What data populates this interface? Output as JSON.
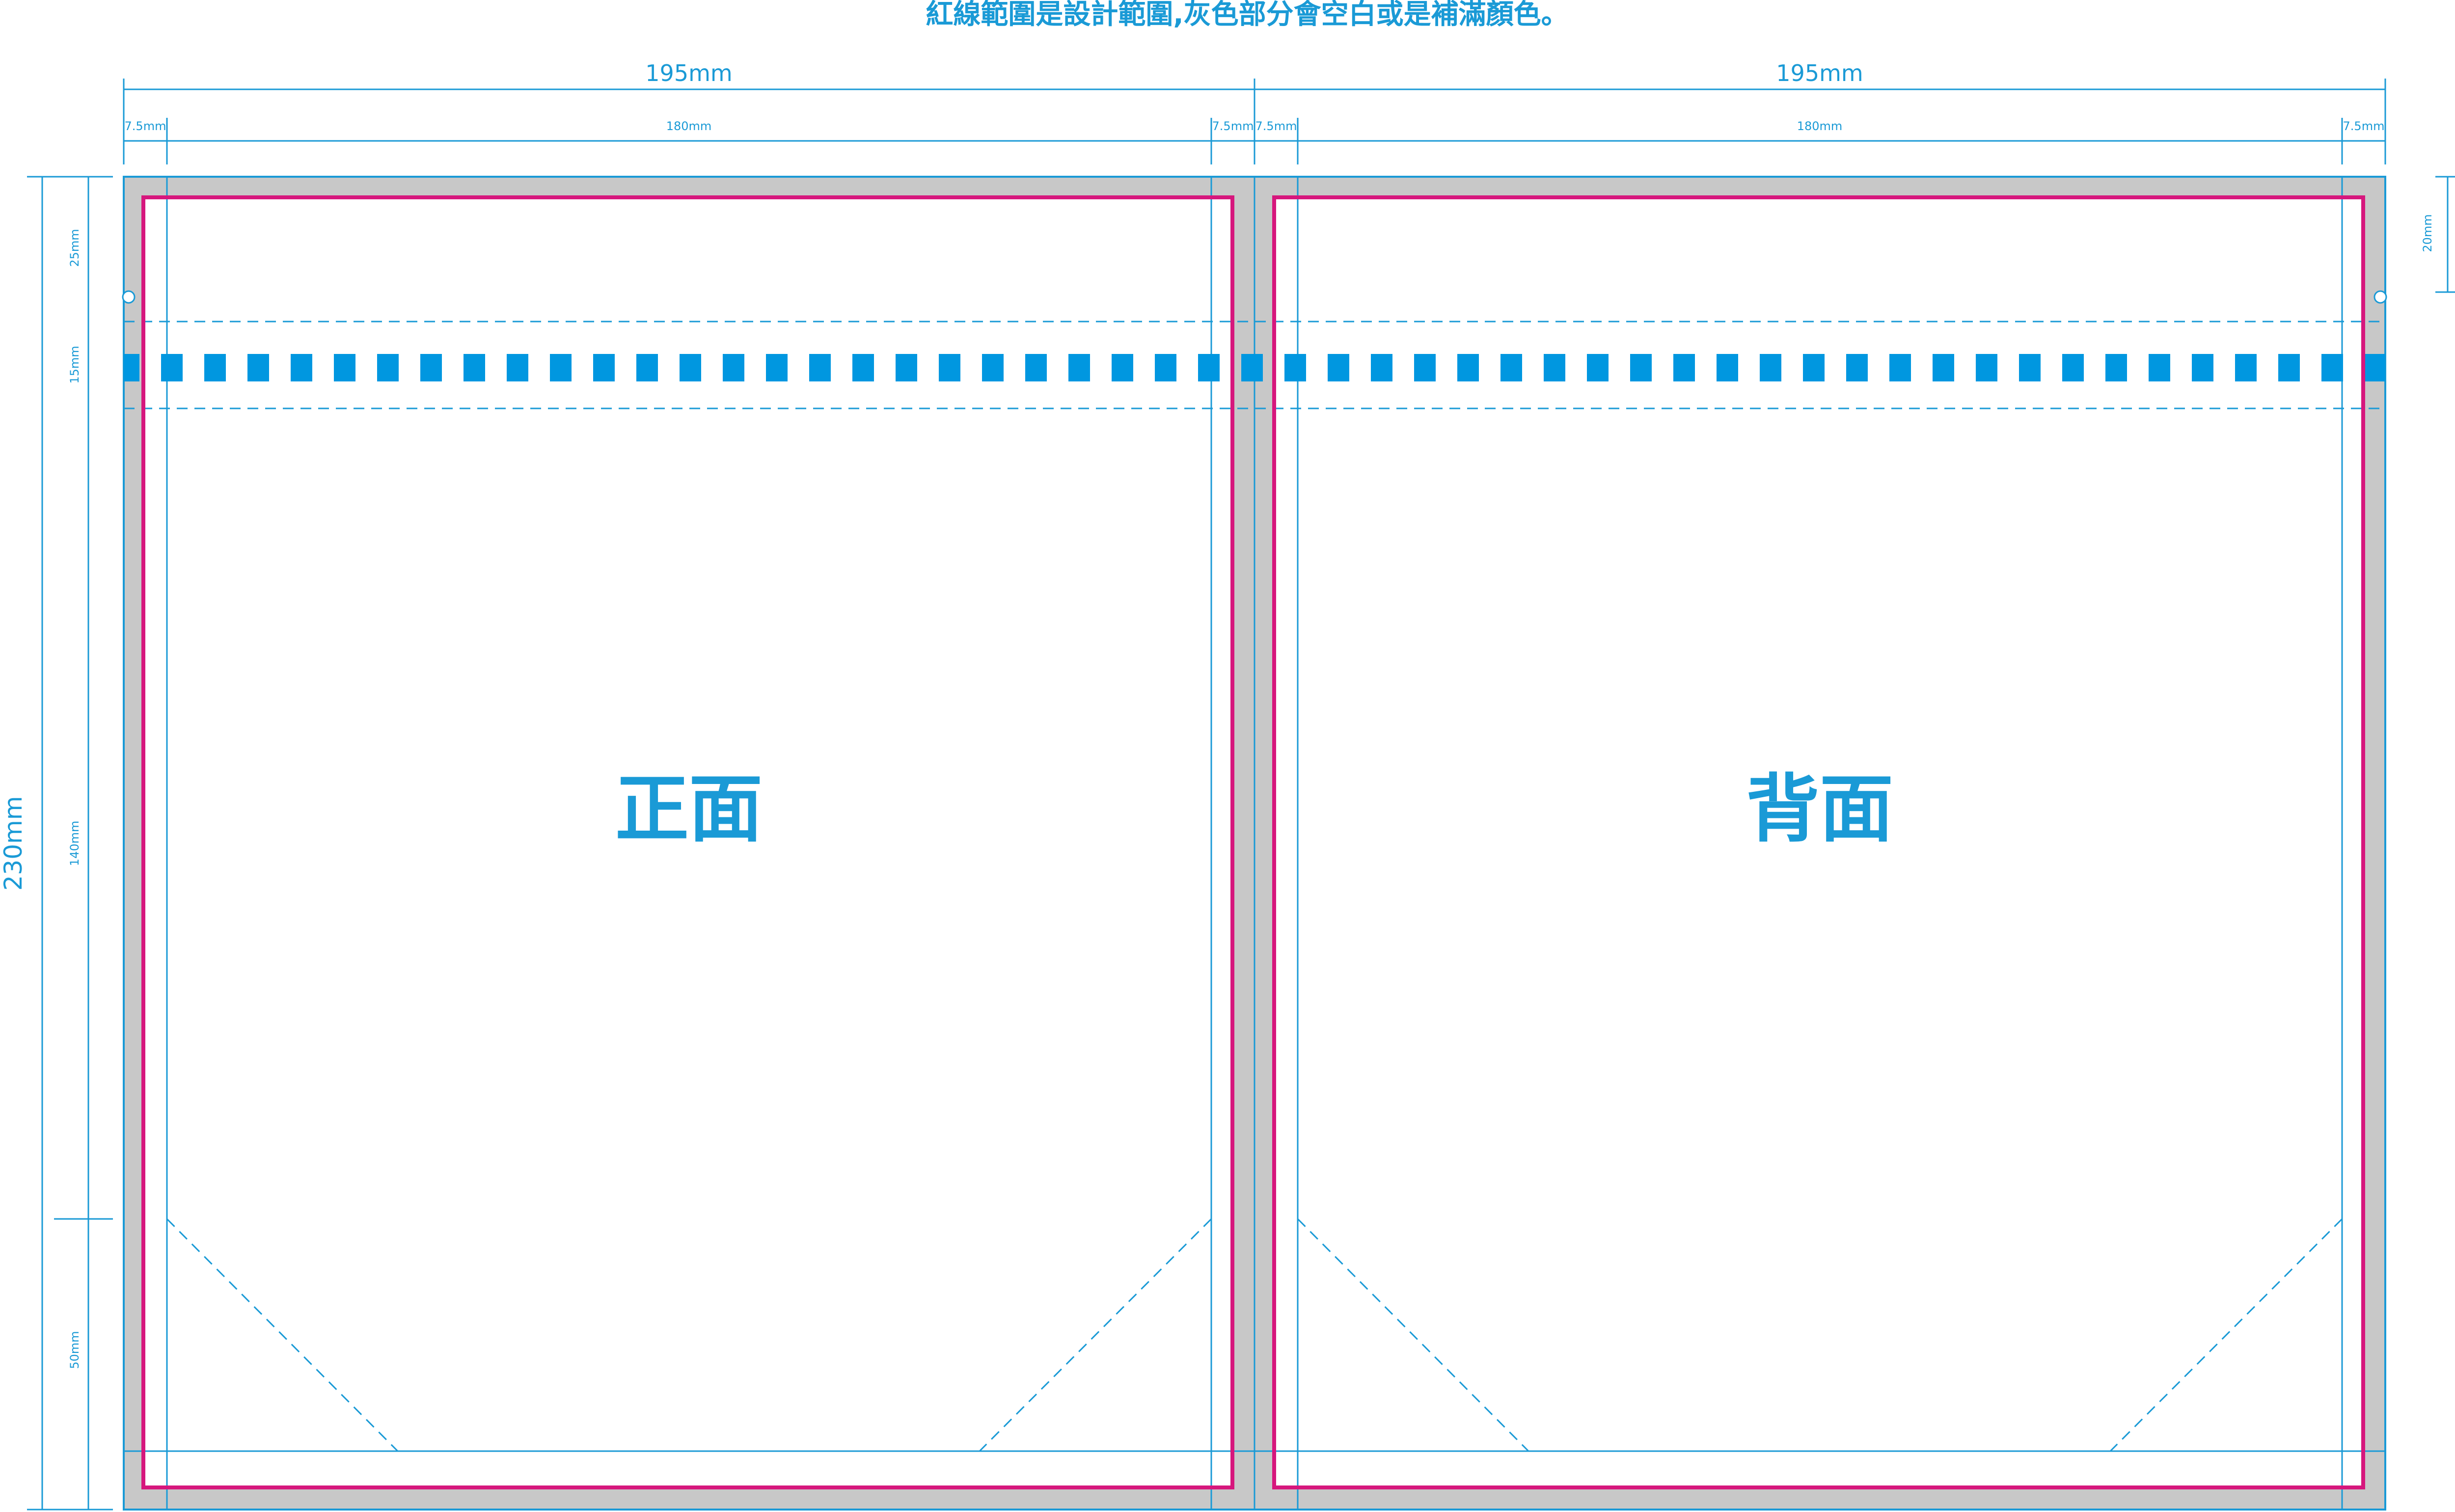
{
  "instruction": "紅線範圍是設計範圍,灰色部分會空白或是補滿顏色。",
  "panels": [
    {
      "label": "正面",
      "width": "195mm",
      "margin_left": "7.5mm",
      "content": "180mm",
      "margin_right": "7.5mm"
    },
    {
      "label": "背面",
      "width": "195mm",
      "margin_left": "7.5mm",
      "content": "180mm",
      "margin_right": "7.5mm"
    }
  ],
  "height": {
    "total": "230mm",
    "segments": [
      "25mm",
      "15mm",
      "140mm",
      "50mm"
    ]
  },
  "hang_hole": "20mm",
  "colors": {
    "guide": "#1a9ad6",
    "design_area": "#d6177d",
    "bleed": "#c8c8c8",
    "perforation": "#0097e0"
  }
}
